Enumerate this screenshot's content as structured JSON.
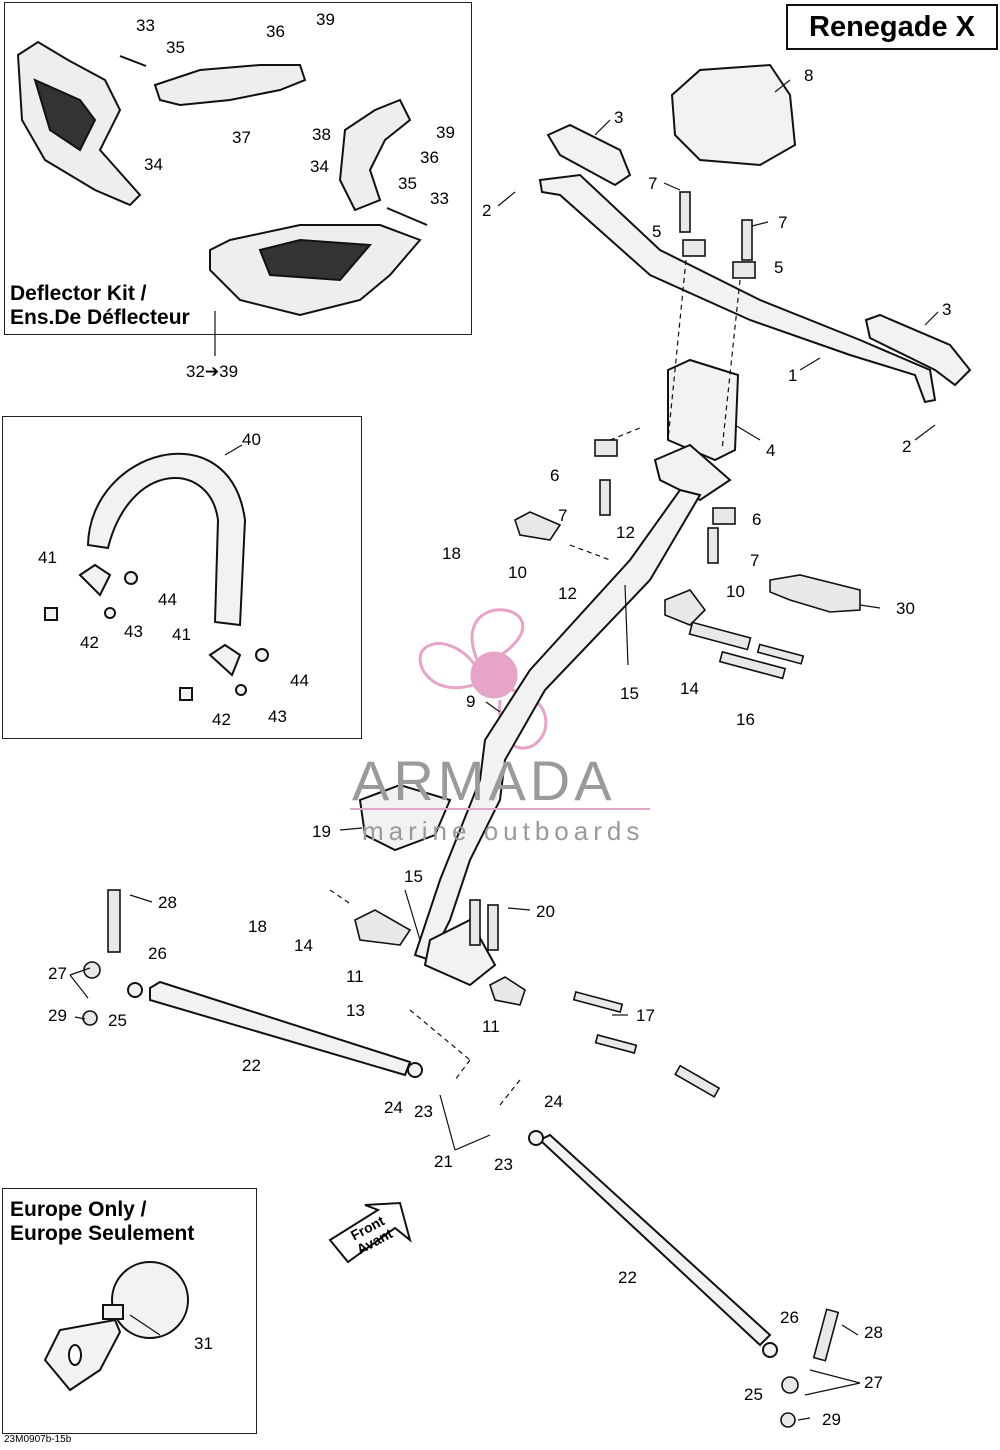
{
  "title": "Renegade X",
  "deflector_kit": {
    "line1": "Deflector Kit /",
    "line2": "Ens.De Déflecteur",
    "range": "32➔39"
  },
  "europe_only": {
    "line1": "Europe Only /",
    "line2": "Europe Seulement"
  },
  "front_arrow": {
    "line1": "Front",
    "line2": "Avant"
  },
  "watermark": {
    "brand": "ARMADA",
    "tagline": "marine outboards"
  },
  "diagram_code": "23M0907b-15b",
  "callouts": {
    "c33a": "33",
    "c35a": "35",
    "c36a": "36",
    "c39a": "39",
    "c37": "37",
    "c34a": "34",
    "c38": "38",
    "c39b": "39",
    "c36b": "36",
    "c34b": "34",
    "c35b": "35",
    "c33b": "33",
    "c8": "8",
    "c3a": "3",
    "c2a": "2",
    "c7a": "7",
    "c5a": "5",
    "c7b": "7",
    "c5b": "5",
    "c3b": "3",
    "c1": "1",
    "c4": "4",
    "c2b": "2",
    "c40": "40",
    "c41a": "41",
    "c44a": "44",
    "c43a": "43",
    "c42a": "42",
    "c41b": "41",
    "c44b": "44",
    "c42b": "42",
    "c43b": "43",
    "c6a": "6",
    "c7c": "7",
    "c6b": "6",
    "c7d": "7",
    "c18a": "18",
    "c10a": "10",
    "c12a": "12",
    "c12b": "12",
    "c10b": "10",
    "c30": "30",
    "c15a": "15",
    "c14a": "14",
    "c16": "16",
    "c9": "9",
    "c19": "19",
    "c15b": "15",
    "c28a": "28",
    "c18b": "18",
    "c14b": "14",
    "c20": "20",
    "c11a": "11",
    "c13": "13",
    "c11b": "11",
    "c17": "17",
    "c27a": "27",
    "c26a": "26",
    "c29a": "29",
    "c25a": "25",
    "c22a": "22",
    "c24a": "24",
    "c23a": "23",
    "c21": "21",
    "c23b": "23",
    "c24b": "24",
    "c22b": "22",
    "c31": "31",
    "c26b": "26",
    "c28b": "28",
    "c25b": "25",
    "c27b": "27",
    "c29b": "29"
  }
}
